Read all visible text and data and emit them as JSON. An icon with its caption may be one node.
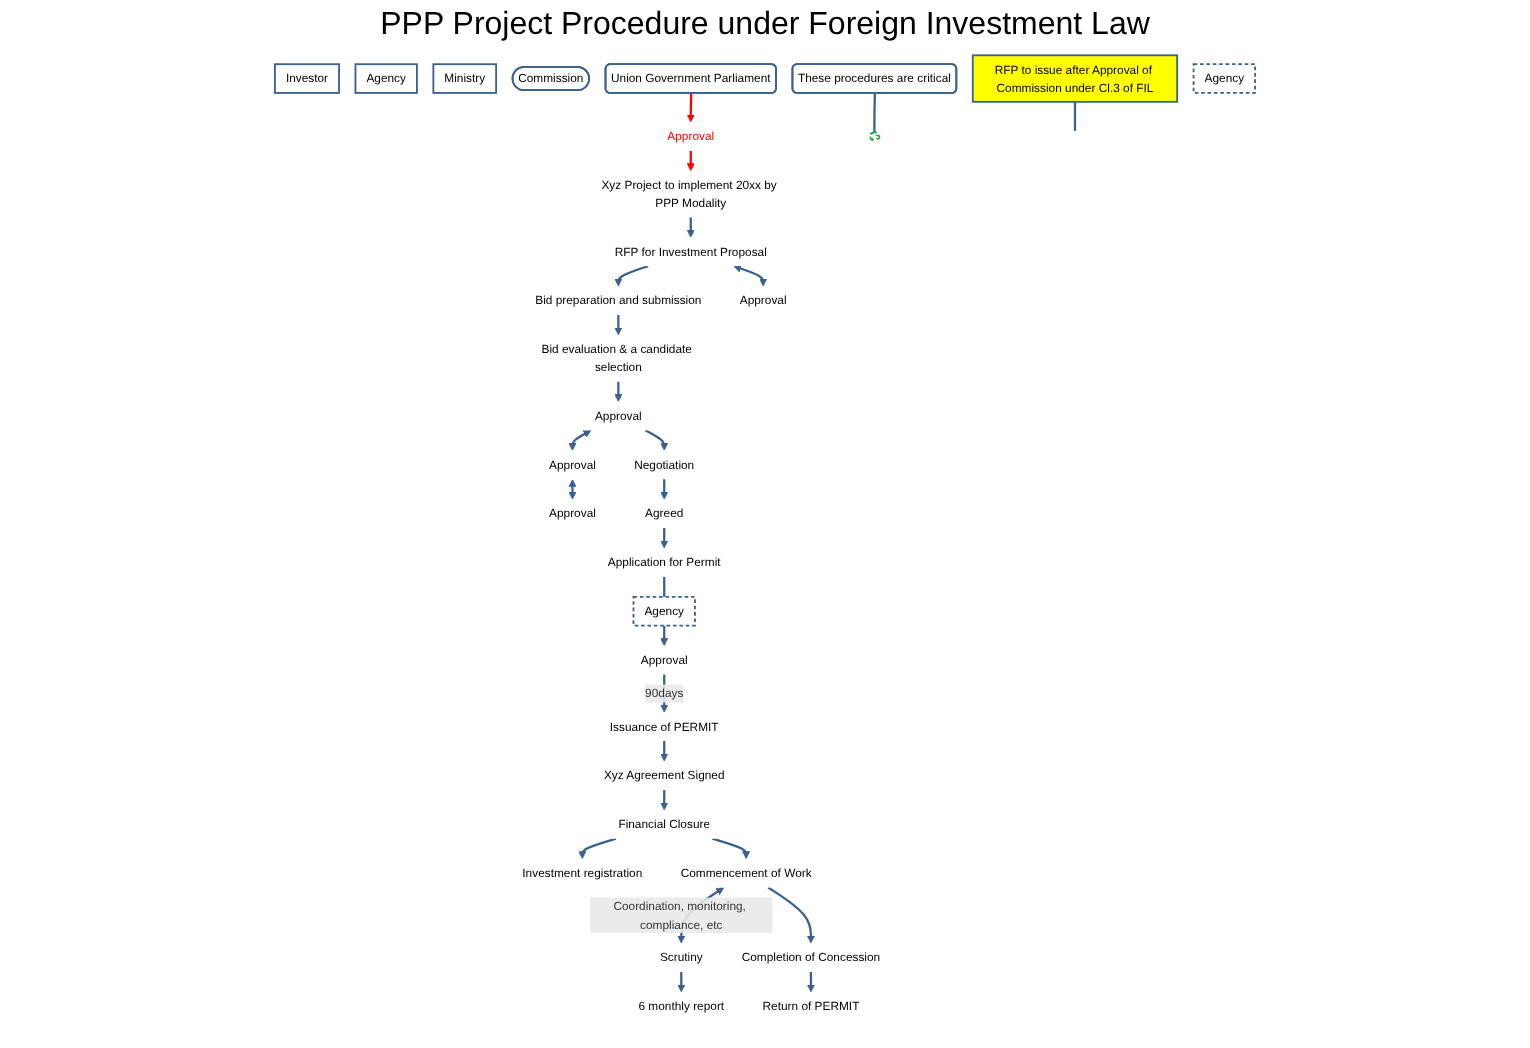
{
  "diagram": {
    "title": "PPP Project Procedure under Foreign Investment Law",
    "nodes": [
      {
        "text": [
          "Investor"
        ]
      },
      {
        "text": [
          "Agency"
        ]
      },
      {
        "text": [
          "Ministry"
        ]
      },
      {
        "text": [
          "Commission"
        ]
      },
      {
        "text": [
          "Union Government Parliament"
        ]
      },
      {
        "text": [
          "RFP to issue after Approval of Commission under Cl.3 of FIL"
        ]
      },
      {
        "text": [
          "Xyz Project to implement 20xx by PPP Modality"
        ]
      },
      {
        "text": [
          "Approval"
        ]
      },
      {
        "text": [],
        "shape": "cloud"
      },
      {
        "text": [
          "Bid preparation and submission"
        ]
      },
      {
        "text": [
          "RFP for Investment Proposal"
        ]
      },
      {
        "text": [
          "Approval"
        ]
      },
      {
        "text": [
          "Bid evaluation & a candidate selection"
        ]
      },
      {
        "text": [
          "Approval"
        ]
      },
      {
        "text": [
          "Approval"
        ]
      },
      {
        "text": [
          "Approval"
        ]
      },
      {
        "text": [
          "These procedures are critical"
        ]
      },
      {
        "text": [
          "Agreed"
        ]
      },
      {
        "text": [
          "Negotiation"
        ]
      },
      {
        "text": [
          "Application for Permit"
        ]
      },
      {
        "text": [
          "Agency"
        ]
      },
      {
        "text": [
          "Approval"
        ]
      },
      {
        "text": [
          "Xyz Agreement Signed"
        ]
      },
      {
        "text": [
          "Issuance of PERMIT"
        ]
      },
      {
        "text": [
          "Financial Closure"
        ]
      },
      {
        "text": [
          "Investment registration"
        ]
      },
      {
        "text": [
          "Agency"
        ]
      },
      {
        "text": [
          "Commencement of Work"
        ]
      },
      {
        "text": [
          "Scrutiny"
        ]
      },
      {
        "text": [
          "6 monthly report"
        ]
      },
      {
        "text": [
          "Completion of Concession"
        ]
      },
      {
        "text": [
          "Return of PERMIT"
        ]
      }
    ],
    "edges": [
      {
        "from": 5,
        "to": null,
        "arrow": "none"
      },
      {
        "from": 4,
        "to": 7,
        "arrow": "to",
        "color": "#ff0000"
      },
      {
        "from": 7,
        "to": 6,
        "arrow": "to",
        "color": "#ff0000"
      },
      {
        "from": 6,
        "to": 10,
        "arrow": "to"
      },
      {
        "from": 10,
        "to": 9,
        "arrow": "to"
      },
      {
        "from": 10,
        "to": 11,
        "arrow": "both"
      },
      {
        "from": 9,
        "to": 12,
        "arrow": "to"
      },
      {
        "from": 12,
        "to": 13,
        "arrow": "to"
      },
      {
        "from": 13,
        "to": 14,
        "arrow": "both"
      },
      {
        "from": 14,
        "to": 15,
        "arrow": "both"
      },
      {
        "from": 16,
        "to": 8,
        "arrow": "none"
      },
      {
        "from": 13,
        "to": 18,
        "arrow": "to"
      },
      {
        "from": 18,
        "to": 17,
        "arrow": "to"
      },
      {
        "from": 17,
        "to": 19,
        "arrow": "to"
      },
      {
        "from": 19,
        "to": 20,
        "arrow": "none"
      },
      {
        "from": 20,
        "to": 21,
        "arrow": "to"
      },
      {
        "from": 21,
        "to": 23,
        "arrow": "to",
        "label": "90days"
      },
      {
        "from": 23,
        "to": 22,
        "arrow": "to"
      },
      {
        "from": 22,
        "to": 24,
        "arrow": "to"
      },
      {
        "from": 24,
        "to": 25,
        "arrow": "to"
      },
      {
        "from": 24,
        "to": 27,
        "arrow": "to"
      },
      {
        "from": 27,
        "to": 28,
        "arrow": "both",
        "label": "Coordination, monitoring, compliance, etc"
      },
      {
        "from": 28,
        "to": 29,
        "arrow": "to"
      },
      {
        "from": 27,
        "to": 30,
        "arrow": "to"
      },
      {
        "from": 30,
        "to": 31,
        "arrow": "to"
      }
    ]
  }
}
